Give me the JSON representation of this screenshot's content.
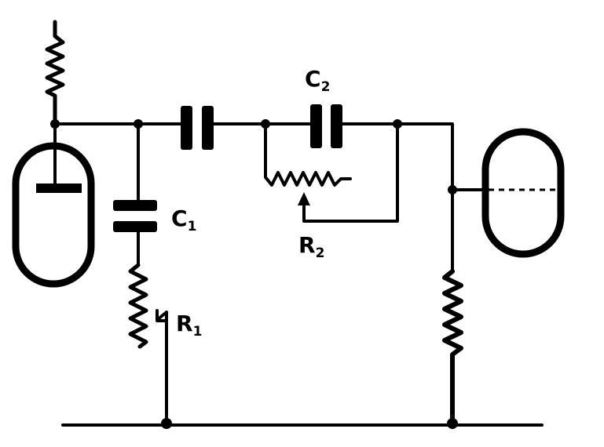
{
  "labels": {
    "c1": {
      "main": "C",
      "sub": "1"
    },
    "c2": {
      "main": "C",
      "sub": "2"
    },
    "r1": {
      "main": "R",
      "sub": "1"
    },
    "r2": {
      "main": "R",
      "sub": "2"
    }
  }
}
